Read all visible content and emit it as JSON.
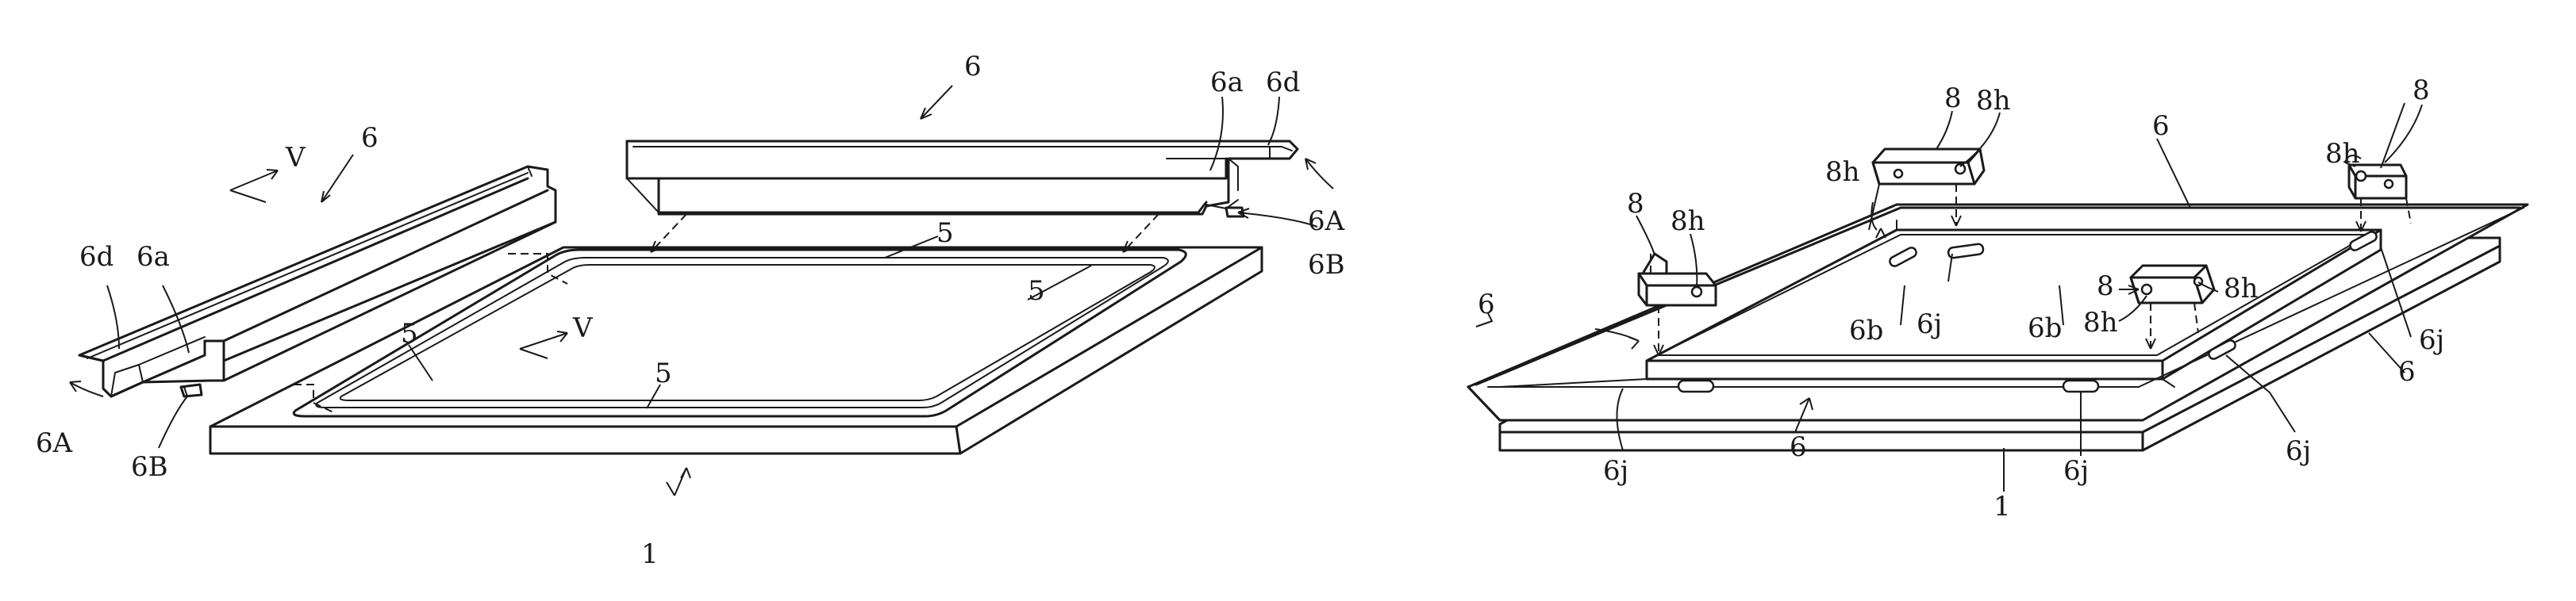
{
  "colors": {
    "line": "#1a1a1a",
    "background": "#ffffff"
  },
  "left_figure": {
    "labels": {
      "frame_top": "6",
      "frame_left": "6",
      "section_v_top": "V",
      "section_v_mid": "V",
      "ref_6a_right": "6a",
      "ref_6d_right": "6d",
      "ref_6A_right": "6A",
      "ref_6B_right": "6B",
      "ref_6d_left": "6d",
      "ref_6a_left": "6a",
      "ref_6A_left": "6A",
      "ref_6B_left": "6B",
      "seal_top": "5",
      "seal_left": "5",
      "seal_right": "5",
      "seal_bottom": "5",
      "panel": "1"
    }
  },
  "right_figure": {
    "labels": {
      "bracket_a": "8",
      "bracket_a_hole_1": "8h",
      "bracket_a_hole_2": "8h",
      "bracket_b": "8",
      "bracket_b_hole": "8h",
      "bracket_c": "8",
      "bracket_c_hole": "8h",
      "bracket_d": "8",
      "bracket_d_hole_1": "8h",
      "bracket_d_hole_2": "8h",
      "frame_top": "6",
      "frame_left": "6",
      "frame_right": "6",
      "frame_bottom": "6",
      "inner_6b_left": "6b",
      "inner_6b_right": "6b",
      "slot_top": "6j",
      "slot_right_upper": "6j",
      "slot_right_lower": "6j",
      "slot_bottom_left": "6j",
      "slot_bottom_right": "6j",
      "panel": "1"
    }
  }
}
